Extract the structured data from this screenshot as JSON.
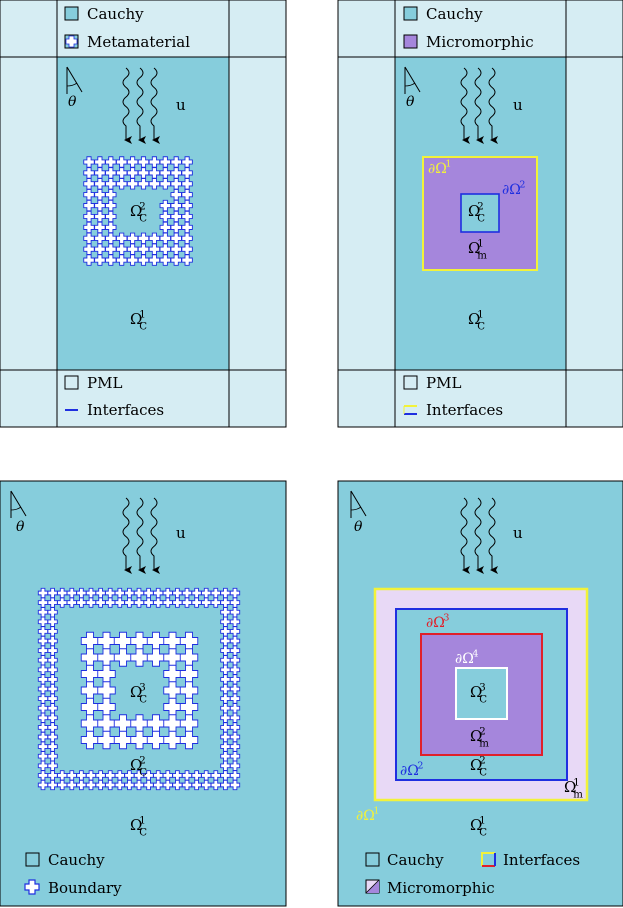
{
  "colors": {
    "cauchy": "#86CDDC",
    "pml": "#D6EDF3",
    "micromorphic": "#A586DC",
    "micromorphic_light": "#E8D9F6",
    "blue": "#1F2FE0",
    "yellow": "#F2F23A",
    "red": "#E0202A",
    "white": "#FFFFFF",
    "black": "#000000"
  },
  "panels": [
    {
      "id": "panel-a",
      "legend_top": [
        {
          "icon": "cauchy-swatch-icon",
          "label": "Cauchy"
        },
        {
          "icon": "metamaterial-swatch-icon",
          "label": "Metamaterial"
        }
      ],
      "legend_bottom": [
        {
          "icon": "pml-swatch-icon",
          "label": "PML"
        },
        {
          "icon": "blue-interface-icon",
          "label": "Interfaces"
        }
      ],
      "wave": {
        "angle": "θ",
        "displacement": "u"
      },
      "regions": [
        {
          "base": "Ω",
          "sup": "2",
          "sub": "C"
        },
        {
          "base": "Ω",
          "sup": "1",
          "sub": "C"
        }
      ]
    },
    {
      "id": "panel-b",
      "legend_top": [
        {
          "icon": "cauchy-swatch-icon",
          "label": "Cauchy"
        },
        {
          "icon": "micromorphic-swatch-icon",
          "label": "Micromorphic"
        }
      ],
      "legend_bottom": [
        {
          "icon": "pml-swatch-icon",
          "label": "PML"
        },
        {
          "icon": "yellow-blue-interface-icon",
          "label": "Interfaces"
        }
      ],
      "wave": {
        "angle": "θ",
        "displacement": "u"
      },
      "boundaries": [
        {
          "base": "∂Ω",
          "sup": "1"
        },
        {
          "base": "∂Ω",
          "sup": "2"
        }
      ],
      "regions": [
        {
          "base": "Ω",
          "sup": "2",
          "sub": "C"
        },
        {
          "base": "Ω",
          "sup": "1",
          "sub": "m"
        },
        {
          "base": "Ω",
          "sup": "1",
          "sub": "C"
        }
      ]
    },
    {
      "id": "panel-c",
      "legend": [
        {
          "icon": "cauchy-swatch-icon",
          "label": "Cauchy"
        },
        {
          "icon": "boundary-cross-icon",
          "label": "Boundary"
        }
      ],
      "wave": {
        "angle": "θ",
        "displacement": "u"
      },
      "regions": [
        {
          "base": "Ω",
          "sup": "3",
          "sub": "C"
        },
        {
          "base": "Ω",
          "sup": "2",
          "sub": "C"
        },
        {
          "base": "Ω",
          "sup": "1",
          "sub": "C"
        }
      ]
    },
    {
      "id": "panel-d",
      "legend": [
        {
          "icon": "cauchy-swatch-icon",
          "label": "Cauchy"
        },
        {
          "icon": "interfaces-swatch-icon",
          "label": "Interfaces"
        },
        {
          "icon": "micromorphic-half-swatch-icon",
          "label": "Micromorphic"
        }
      ],
      "wave": {
        "angle": "θ",
        "displacement": "u"
      },
      "boundaries": [
        {
          "base": "∂Ω",
          "sup": "3"
        },
        {
          "base": "∂Ω",
          "sup": "4"
        },
        {
          "base": "∂Ω",
          "sup": "2"
        },
        {
          "base": "∂Ω",
          "sup": "1"
        }
      ],
      "regions": [
        {
          "base": "Ω",
          "sup": "3",
          "sub": "C"
        },
        {
          "base": "Ω",
          "sup": "2",
          "sub": "m"
        },
        {
          "base": "Ω",
          "sup": "2",
          "sub": "C"
        },
        {
          "base": "Ω",
          "sup": "1",
          "sub": "m"
        },
        {
          "base": "Ω",
          "sup": "1",
          "sub": "C"
        }
      ]
    }
  ]
}
